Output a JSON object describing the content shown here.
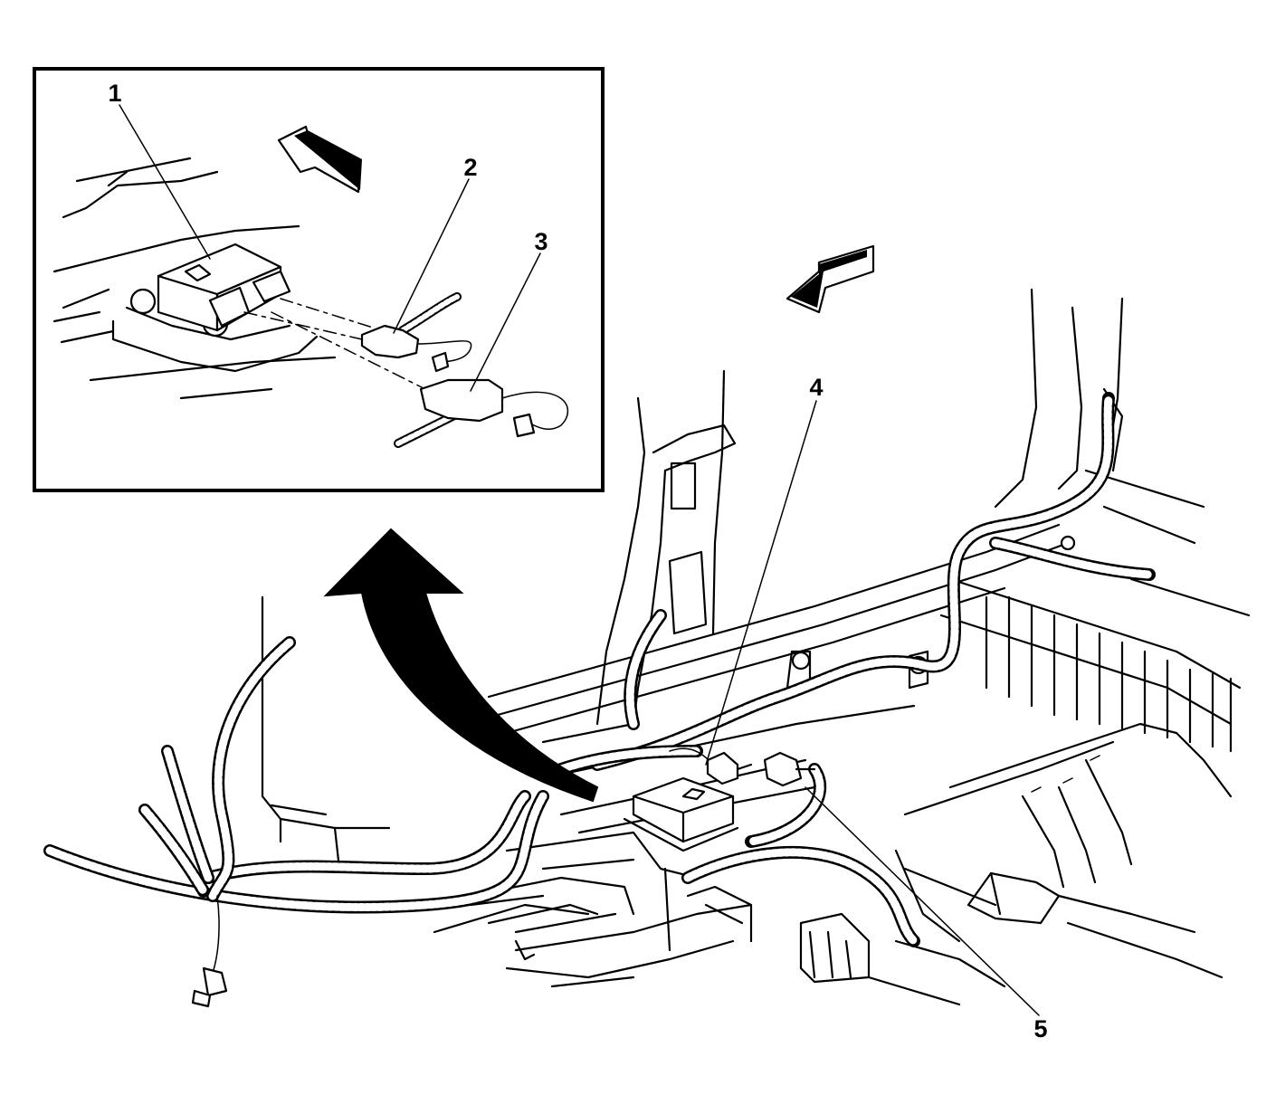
{
  "callouts": [
    "1",
    "2",
    "3",
    "4",
    "5"
  ],
  "colors": {
    "ink": "#000000",
    "paper": "#ffffff"
  },
  "icons": {
    "inset_direction": "forward-direction-arrow-icon",
    "main_direction": "forward-direction-arrow-icon",
    "transition": "curved-arrow-icon"
  }
}
